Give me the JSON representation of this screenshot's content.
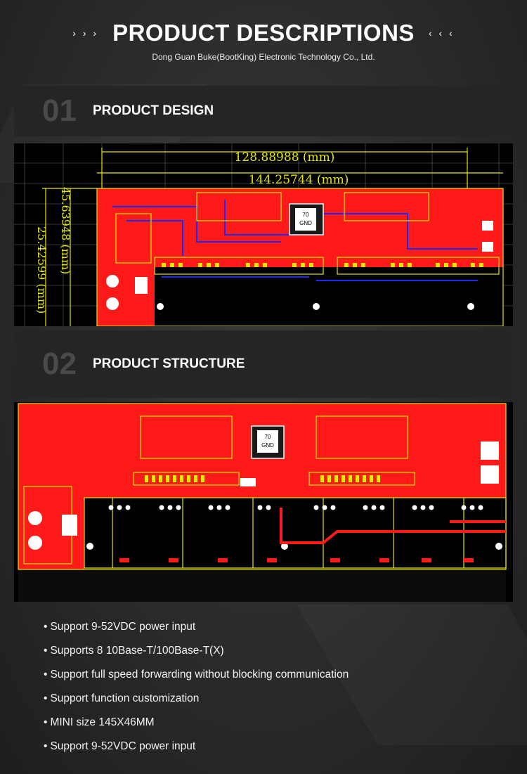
{
  "header": {
    "title": "PRODUCT DESCRIPTIONS",
    "subtitle": "Dong Guan Buke(BootKing) Electronic Technology Co., Ltd.",
    "arrows_left": "› › ›",
    "arrows_right": "‹ ‹ ‹"
  },
  "sections": [
    {
      "number": "01",
      "title": "PRODUCT DESIGN"
    },
    {
      "number": "02",
      "title": "PRODUCT STRUCTURE"
    }
  ],
  "design": {
    "dim_inner": "128.88988 (mm)",
    "dim_outer": "144.25744 (mm)",
    "dim_height_inner": "45.63948 (mm)",
    "dim_height_outer": "25.42599 (mm)",
    "chip_label_top": "70",
    "chip_label_bottom": "GND"
  },
  "structure": {
    "chip_label_top": "70",
    "chip_label_bottom": "GND"
  },
  "features": [
    "Support 9-52VDC power input",
    "Supports 8 10Base-T/100Base-T(X)",
    "Support full speed forwarding without blocking communication",
    "Support function customization",
    "MINI size 145X46MM",
    "Support 9-52VDC power input"
  ],
  "colors": {
    "pcb_red": "#ff1a1a",
    "pcb_yellow": "#e6e600",
    "pcb_blue": "#1a2aff",
    "section_bar": "#252525"
  }
}
